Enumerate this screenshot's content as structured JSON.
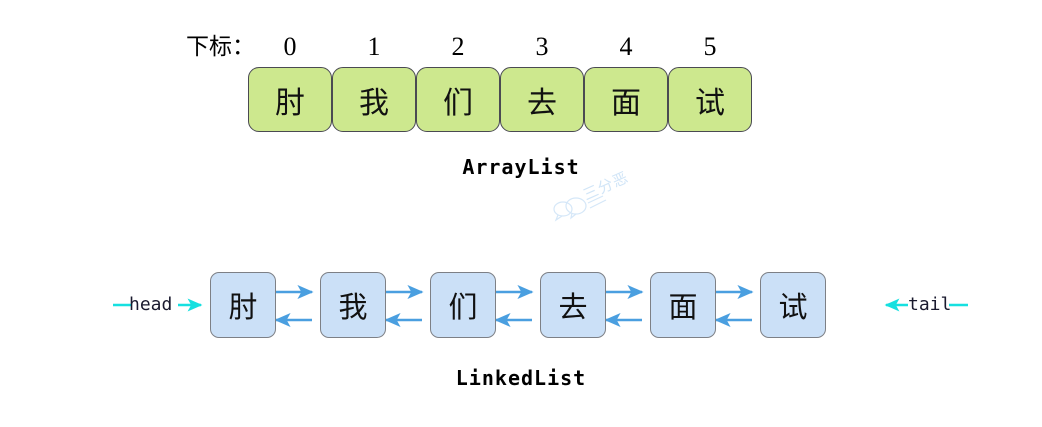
{
  "diagram": {
    "background": "#ffffff",
    "array_list": {
      "index_label": "下标：",
      "indices": [
        "0",
        "1",
        "2",
        "3",
        "4",
        "5"
      ],
      "cells": [
        "肘",
        "我",
        "们",
        "去",
        "面",
        "试"
      ],
      "caption": "ArrayList",
      "cell_fill": "#cde88e",
      "cell_border": "#4a4a52"
    },
    "linked_list": {
      "nodes": [
        "肘",
        "我",
        "们",
        "去",
        "面",
        "试"
      ],
      "head_label": "head",
      "tail_label": "tail",
      "caption": "LinkedList",
      "node_fill": "#cbe0f7",
      "node_border": "#7d8086",
      "link_arrow_color": "#4a9fe0",
      "pointer_arrow_color": "#16e0e0"
    },
    "watermark": {
      "text": "三分恶"
    }
  }
}
